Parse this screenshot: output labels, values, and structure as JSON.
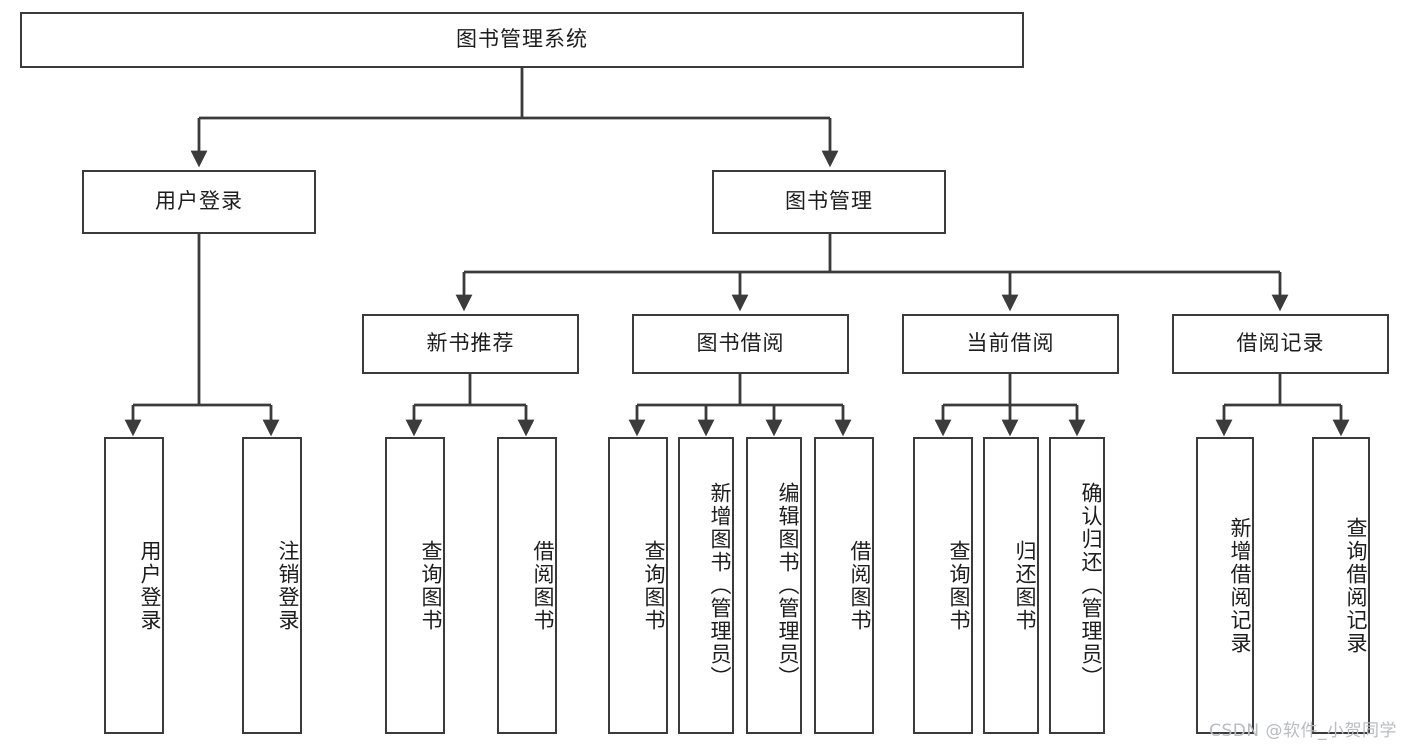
{
  "diagram": {
    "title_node": {
      "label": "图书管理系统"
    },
    "level1": [
      {
        "label": "用户登录"
      },
      {
        "label": "图书管理"
      }
    ],
    "level2": [
      {
        "label": "新书推荐"
      },
      {
        "label": "图书借阅"
      },
      {
        "label": "当前借阅"
      },
      {
        "label": "借阅记录"
      }
    ],
    "leaves": {
      "user_login": [
        {
          "label": "用户登录"
        },
        {
          "label": "注销登录"
        }
      ],
      "new_book_recommend": [
        {
          "label": "查询图书"
        },
        {
          "label": "借阅图书"
        }
      ],
      "book_borrow": [
        {
          "label": "查询图书"
        },
        {
          "label": "新增图书（管理员）"
        },
        {
          "label": "编辑图书（管理员）"
        },
        {
          "label": "借阅图书"
        }
      ],
      "current_borrow": [
        {
          "label": "查询图书"
        },
        {
          "label": "归还图书"
        },
        {
          "label": "确认归还（管理员）"
        }
      ],
      "borrow_record": [
        {
          "label": "新增借阅记录"
        },
        {
          "label": "查询借阅记录"
        }
      ]
    }
  },
  "watermark": {
    "text": "CSDN @软件_小贺同学"
  },
  "colors": {
    "stroke": "#3b3b3b",
    "background": "#ffffff",
    "text": "#1d1d1d",
    "watermark": "#b9bcc0"
  }
}
